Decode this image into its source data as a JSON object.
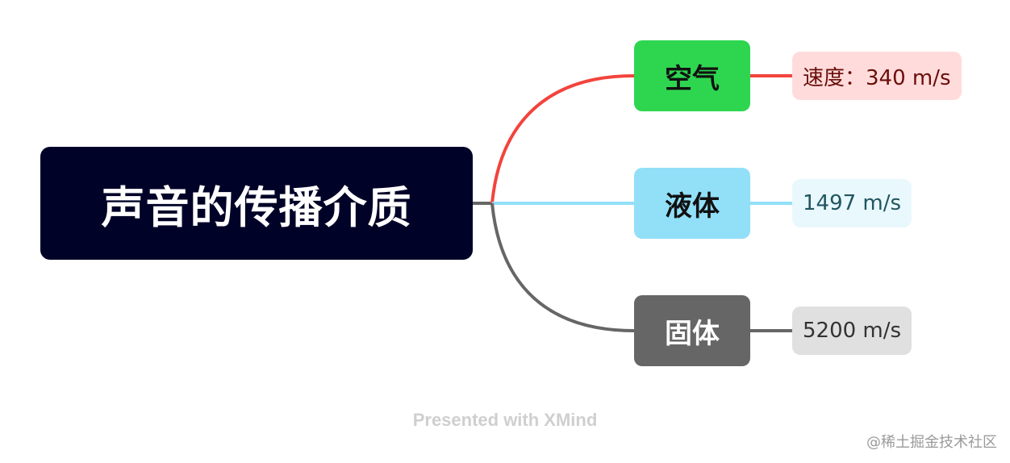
{
  "root": {
    "label": "声音的传播介质",
    "bg_color": "#000228",
    "text_color": "#ffffff"
  },
  "branches": [
    {
      "label": "空气",
      "bg_color": "#2ed650",
      "text_color": "#111111",
      "line_color": "#f2443c",
      "leaf": {
        "label": "速度：340 m/s",
        "bg_color": "#ffdcdb",
        "text_color": "#6b0d0a"
      }
    },
    {
      "label": "液体",
      "bg_color": "#92dff8",
      "text_color": "#111111",
      "line_color": "#92dff8",
      "leaf": {
        "label": "1497 m/s",
        "bg_color": "#e9f8fd",
        "text_color": "#1f5560"
      }
    },
    {
      "label": "固体",
      "bg_color": "#666666",
      "text_color": "#ffffff",
      "line_color": "#666666",
      "leaf": {
        "label": "5200 m/s",
        "bg_color": "#e0e0e0",
        "text_color": "#333333"
      }
    }
  ],
  "footer": {
    "presented_with": "Presented with XMind",
    "credit": "@稀土掘金技术社区"
  }
}
